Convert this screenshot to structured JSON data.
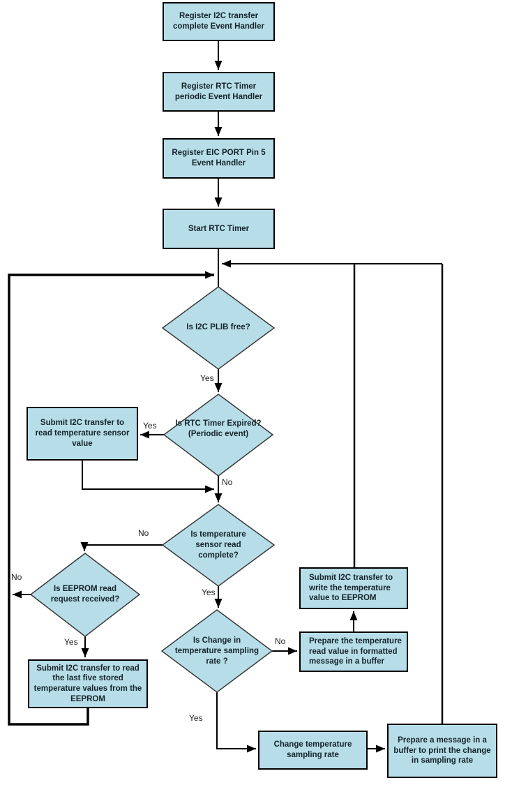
{
  "diagram": {
    "type": "flowchart",
    "colors": {
      "node_fill": "#b7dee8",
      "node_border": "#000000",
      "decision_stroke": "#383838",
      "connector": "#000000",
      "text": "#15222b",
      "background": "#ffffff"
    },
    "nodes": {
      "register_i2c": "Register I2C transfer complete Event Handler",
      "register_rtc": "Register RTC Timer periodic Event Handler",
      "register_eic": "Register EIC PORT Pin 5 Event Handler",
      "start_rtc": "Start RTC Timer",
      "submit_read_temp": "Submit I2C transfer to read temperature sensor value",
      "submit_write_eeprom": "Submit I2C transfer to write the temperature value to EEPROM",
      "prepare_temp_msg": "Prepare the temperature read value in formatted message in a buffer",
      "submit_read_last5": "Submit I2C transfer to read the last five stored temperature values from the EEPROM",
      "change_rate": "Change temperature sampling rate",
      "prepare_rate_msg": "Prepare a message in a buffer to print the change in sampling rate"
    },
    "decisions": {
      "i2c_free": "Is I2C PLIB free?",
      "rtc_expired": "Is RTC Timer Expired? (Periodic event)",
      "temp_read_complete": "Is temperature sensor read complete?",
      "eeprom_read_request": "Is EEPROM read request received?",
      "change_sampling_rate": "Is Change in temperature sampling rate ?"
    },
    "edge_labels": {
      "i2c_free_yes": "Yes",
      "rtc_expired_yes": "Yes",
      "rtc_expired_no": "No",
      "temp_read_no": "No",
      "temp_read_yes": "Yes",
      "eeprom_no": "No",
      "eeprom_yes": "Yes",
      "rate_no": "No",
      "rate_yes": "Yes"
    }
  }
}
